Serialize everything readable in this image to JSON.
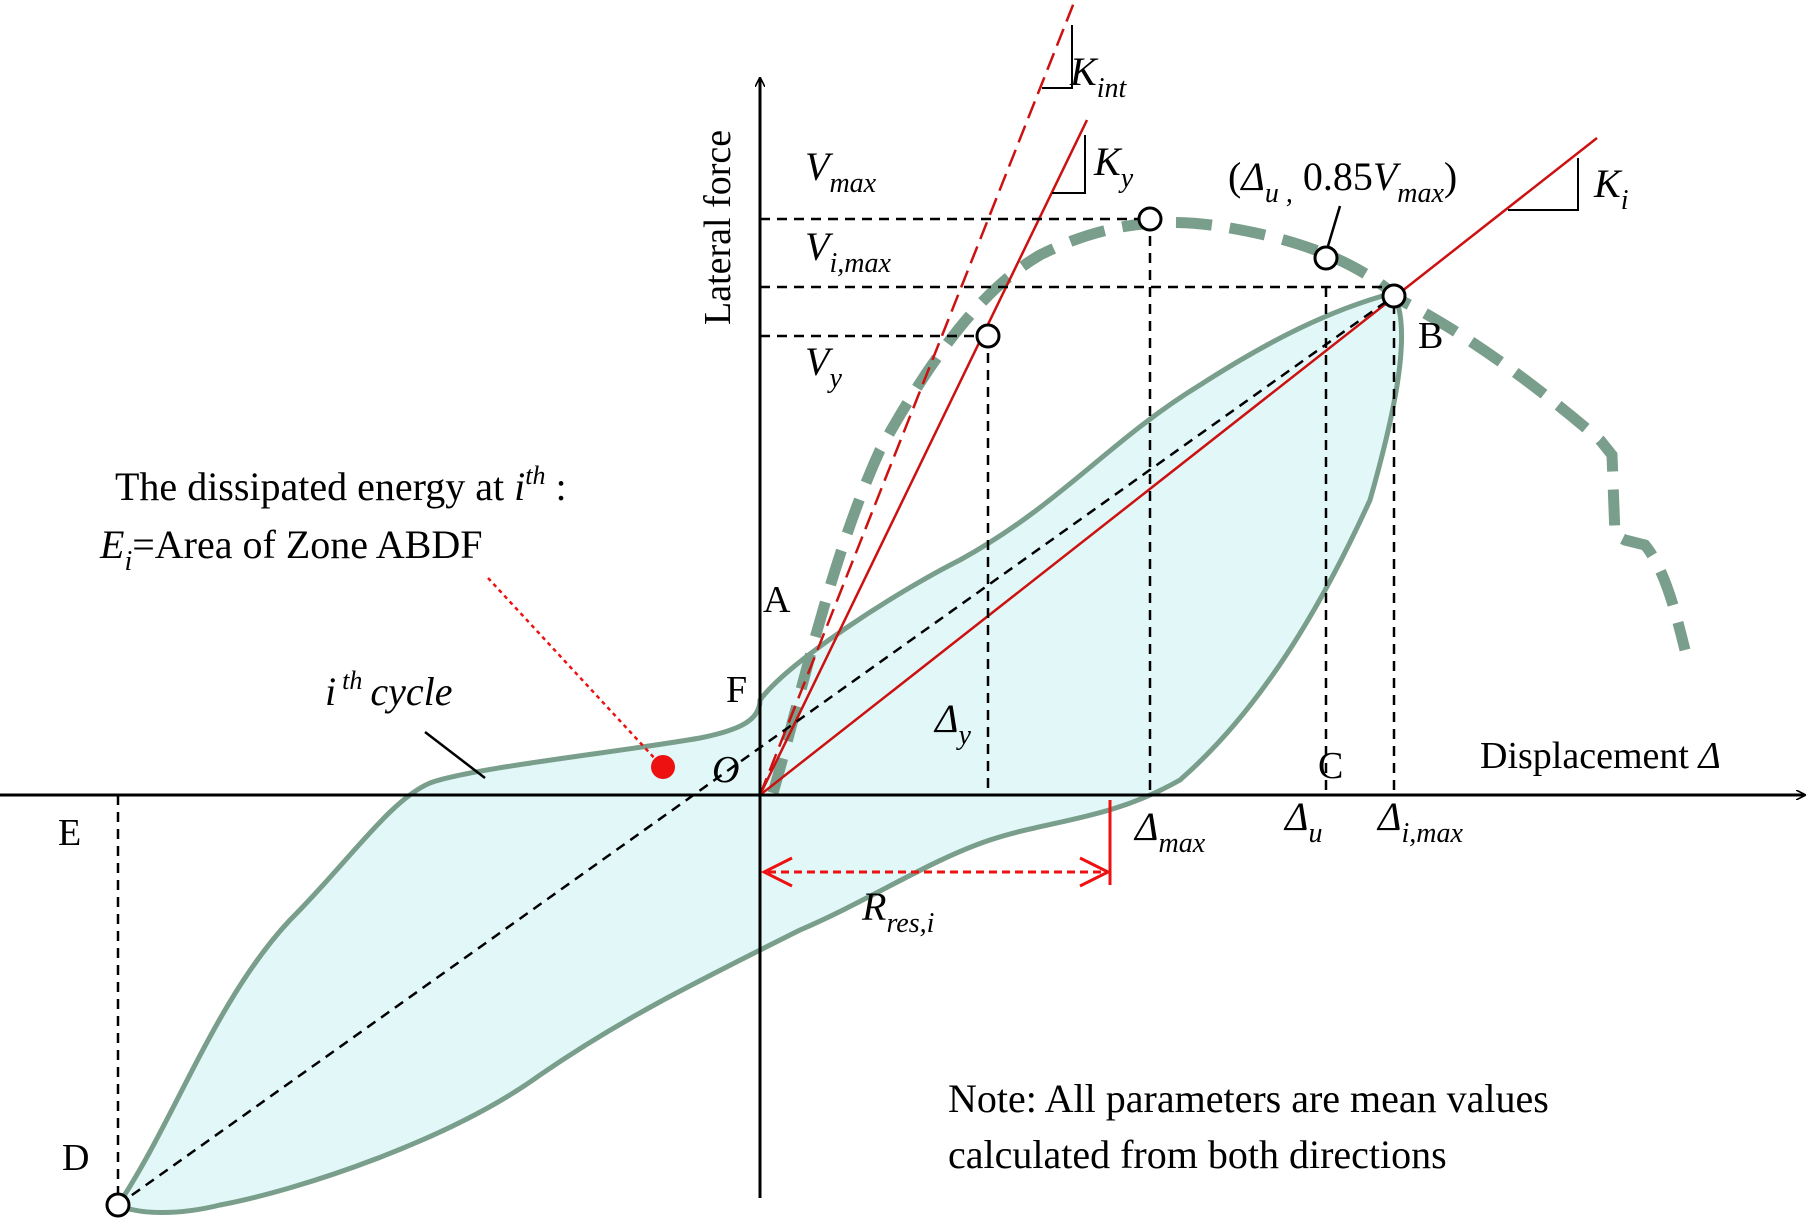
{
  "labels": {
    "y_axis": "Lateral  force",
    "x_axis_text": "Displacement ",
    "x_axis_symbol": "Δ",
    "origin": "O",
    "point_A": "A",
    "point_B": "B",
    "point_C": "C",
    "point_D": "D",
    "point_E": "E",
    "point_F": "F",
    "k_int": {
      "main": "K",
      "sub": "int"
    },
    "k_y": {
      "main": "K",
      "sub": "y"
    },
    "k_i": {
      "main": "K",
      "sub": "i"
    },
    "v_max": {
      "main": "V",
      "sub": "max"
    },
    "v_i_max": {
      "main": "V",
      "sub": "i,max"
    },
    "v_y": {
      "main": "V",
      "sub": "y"
    },
    "delta_y": {
      "main": "Δ",
      "sub": "y"
    },
    "delta_max": {
      "main": "Δ",
      "sub": "max"
    },
    "delta_u": {
      "main": "Δ",
      "sub": "u"
    },
    "delta_i_max": {
      "main": "Δ",
      "sub": "i,max"
    },
    "ultimate_point": {
      "open": "(",
      "d": "Δ",
      "d_sub": "u ,",
      "mid": " 0.85",
      "v": "V",
      "v_sub": "max",
      "close": ")"
    },
    "residual": {
      "main": "R",
      "sub": "res,i"
    },
    "cycle": {
      "i": "i",
      "th": "th",
      "cycle": "cycle"
    },
    "energy_line1": {
      "text": "The dissipated energy at ",
      "i": "i",
      "th": "th",
      "colon": " :"
    },
    "energy_line2": {
      "e": "E",
      "e_sub": "i",
      "rest": "=Area of Zone ABDF"
    },
    "note_line1": "Note:  All parameters are mean values",
    "note_line2": "calculated from both directions"
  },
  "colors": {
    "axis": "#000000",
    "loop_fill": "#e2f7f7",
    "loop_stroke": "#7a9e8c",
    "envelope": "#7a9e8c",
    "stiffness_line": "#cc1111",
    "residual_arrow": "#ee1111",
    "leader_dot": "#ee1111"
  }
}
